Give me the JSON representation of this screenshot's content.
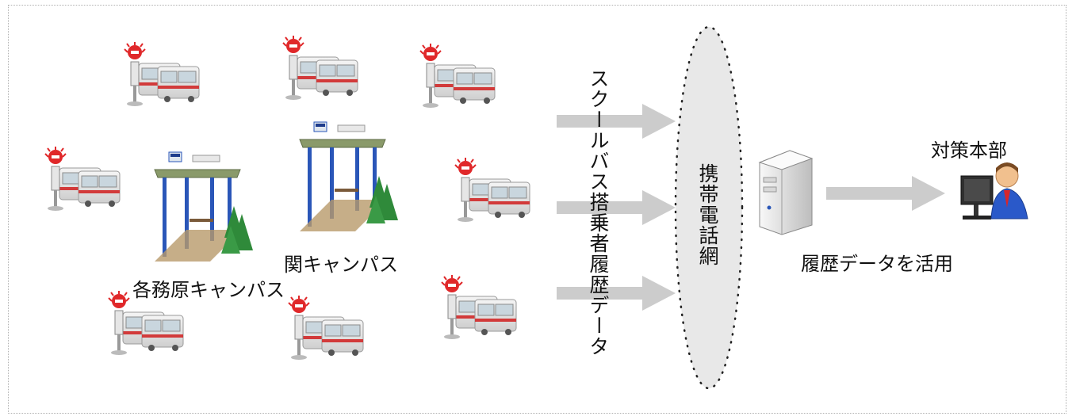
{
  "labels": {
    "seki_campus": "関キャンパス",
    "kakamigahara_campus": "各務原キャンパス",
    "rider_history_data": "スクールバス搭乗者履歴データ",
    "mobile_network": "携帯電話網",
    "use_history_data": "履歴データを活用",
    "headquarters": "対策本部"
  },
  "icons": {
    "bus_stop_card_reader": "bus-reader-icon",
    "bus_shelter": "bus-shelter-icon",
    "server": "server-icon",
    "operator": "operator-icon"
  },
  "colors": {
    "arrow": "#cccccc",
    "bus_stripe": "#d23a3a",
    "shelter_roof": "#8a9a6a",
    "shelter_post": "#2a56b8",
    "tree": "#2f8a3a",
    "beacon": "#e0282a",
    "operator_suit": "#2a59c9"
  }
}
